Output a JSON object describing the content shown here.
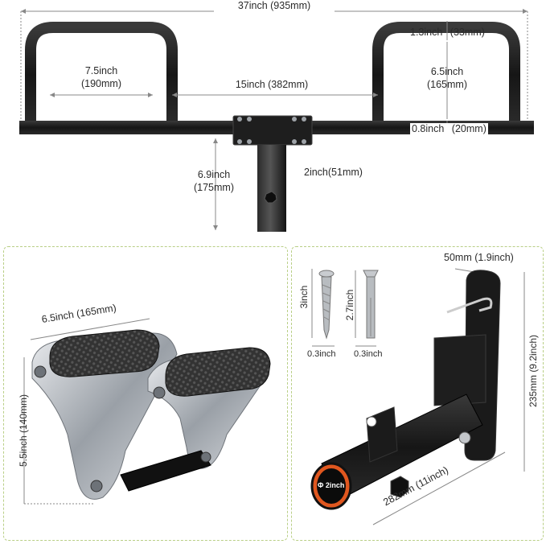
{
  "top": {
    "total_width": "37inch (935mm)",
    "handle_width_in": "7.5inch",
    "handle_width_mm": "(190mm)",
    "center_span": "15inch (382mm)",
    "tube_dia_in": "1.3inch",
    "tube_dia_mm": "(33mm)",
    "handle_height_in": "6.5inch",
    "handle_height_mm": "(165mm)",
    "bar_thickness_in": "0.8inch",
    "bar_thickness_mm": "(20mm)",
    "post_height_in": "6.9inch",
    "post_height_mm": "(175mm)",
    "post_dia": "2inch(51mm)"
  },
  "left_panel": {
    "handle_width": "6.5inch (165mm)",
    "handle_height": "5.5inch (140mm)"
  },
  "right_panel": {
    "screw_len": "3inch",
    "screw_dia": "0.3inch",
    "bolt_len": "2.7inch",
    "bolt_dia": "0.3inch",
    "plate_width": "50mm (1.9inch)",
    "plate_height": "235mm (9.2inch)",
    "arm_length": "282mm (11inch)",
    "tube_label": "Φ 2inch"
  },
  "colors": {
    "metal_black": "#1c1c1c",
    "panel_border": "#b9cf86",
    "tube_orange": "#e0571f",
    "chrome": "#b8bcc2"
  }
}
